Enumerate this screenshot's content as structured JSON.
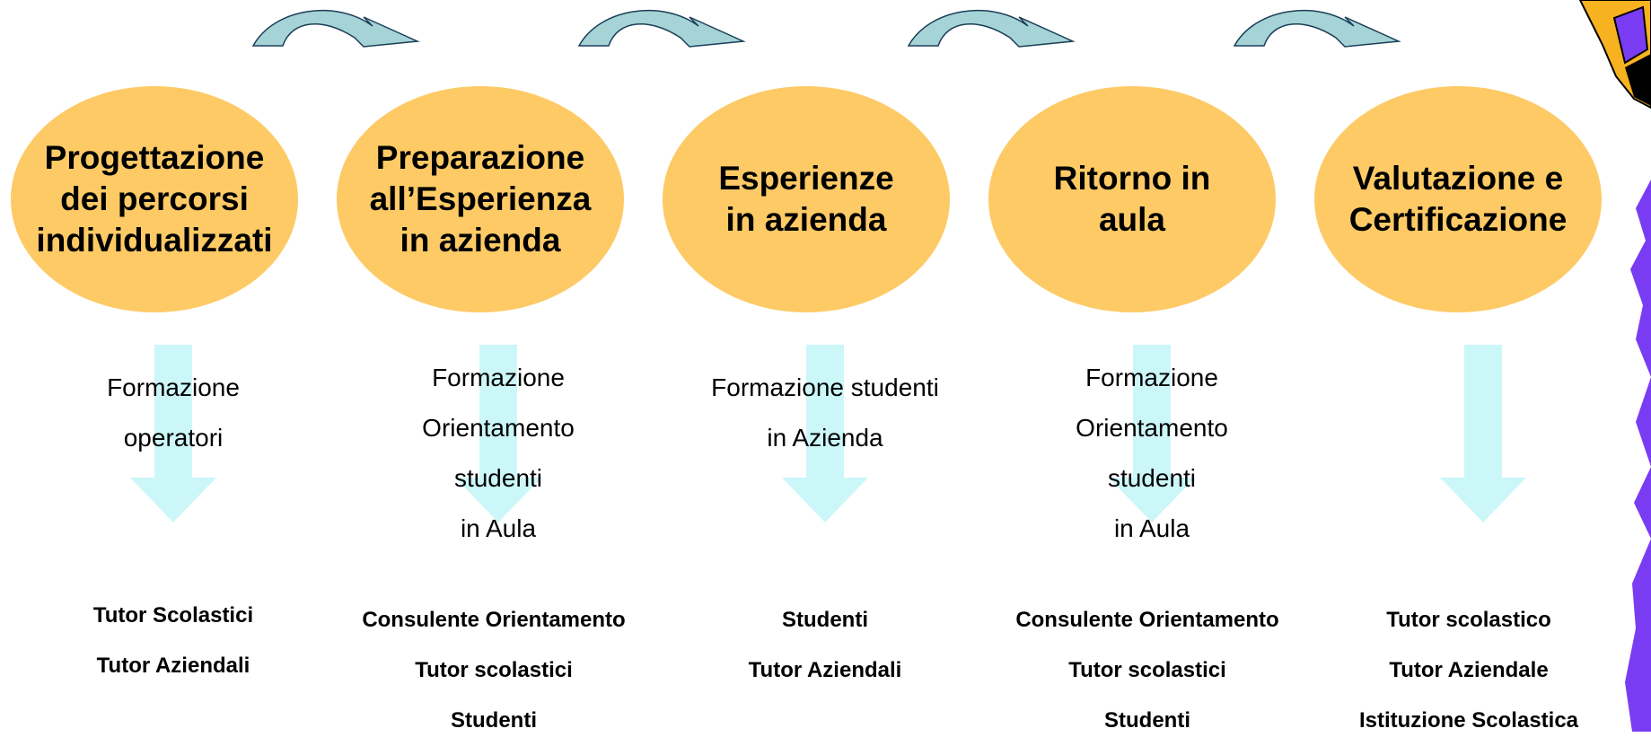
{
  "phases": [
    {
      "title": "Progettazione\ndei percorsi\nindividualizzati",
      "description": "Formazione\noperatori",
      "roles": "Tutor Scolastici\nTutor Aziendali"
    },
    {
      "title": "Preparazione\nall’Esperienza\nin azienda",
      "description": "Formazione\nOrientamento\nstudenti\nin Aula",
      "roles": "Consulente Orientamento\nTutor scolastici\nStudenti"
    },
    {
      "title": "Esperienze\nin azienda",
      "description": "Formazione studenti\nin Azienda",
      "roles": "Studenti\nTutor Aziendali"
    },
    {
      "title": "Ritorno in\naula",
      "description": "Formazione\nOrientamento\nstudenti\nin Aula",
      "roles": "Consulente Orientamento\nTutor scolastici\nStudenti"
    },
    {
      "title": "Valutazione e\nCertificazione",
      "description": "",
      "roles": "Tutor scolastico\nTutor Aziendale\nIstituzione Scolastica"
    }
  ],
  "colors": {
    "phase_fill": "#fdca66",
    "down_arrow": "#ccf7f9",
    "curved_arrow_fill": "#a6d3d6",
    "curved_arrow_stroke": "#1a3f58",
    "decoration_purple": "#7a3cf2",
    "decoration_yellow": "#f7b21f"
  }
}
